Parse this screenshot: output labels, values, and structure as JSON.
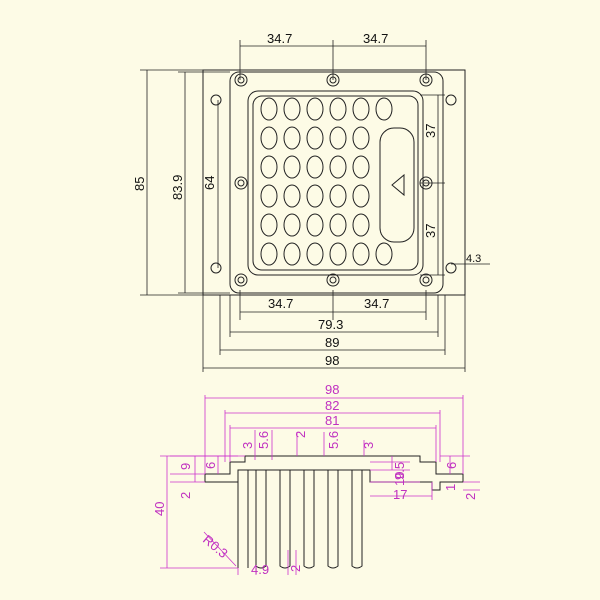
{
  "colors": {
    "background": "#fdfbe6",
    "line": "#222222",
    "dimension_magenta": "#cc33cc"
  },
  "top_view": {
    "dims": {
      "top_left": "34.7",
      "top_right": "34.7",
      "right_upper": "37",
      "right_lower": "37",
      "height_outer": "85",
      "height_inner": "83.9",
      "height_mid": "64",
      "bottom_left": "34.7",
      "bottom_right": "34.7",
      "width_79": "79.3",
      "width_89": "89",
      "width_98": "98",
      "hole": "4.3"
    }
  },
  "side_view": {
    "dims": {
      "w98": "98",
      "w82": "82",
      "w81": "81",
      "d56a": "5.6",
      "d3a": "3",
      "d2a": "2",
      "d56b": "5.6",
      "d3b": "3",
      "d6l": "6",
      "d9": "9",
      "d2l": "2",
      "d40": "40",
      "r03": "R0.3",
      "d49": "4.9",
      "d2b": "2",
      "d95": "9.5",
      "d10": "10",
      "d17": "17",
      "d6r": "6",
      "d1": "1",
      "d2r": "2"
    }
  }
}
